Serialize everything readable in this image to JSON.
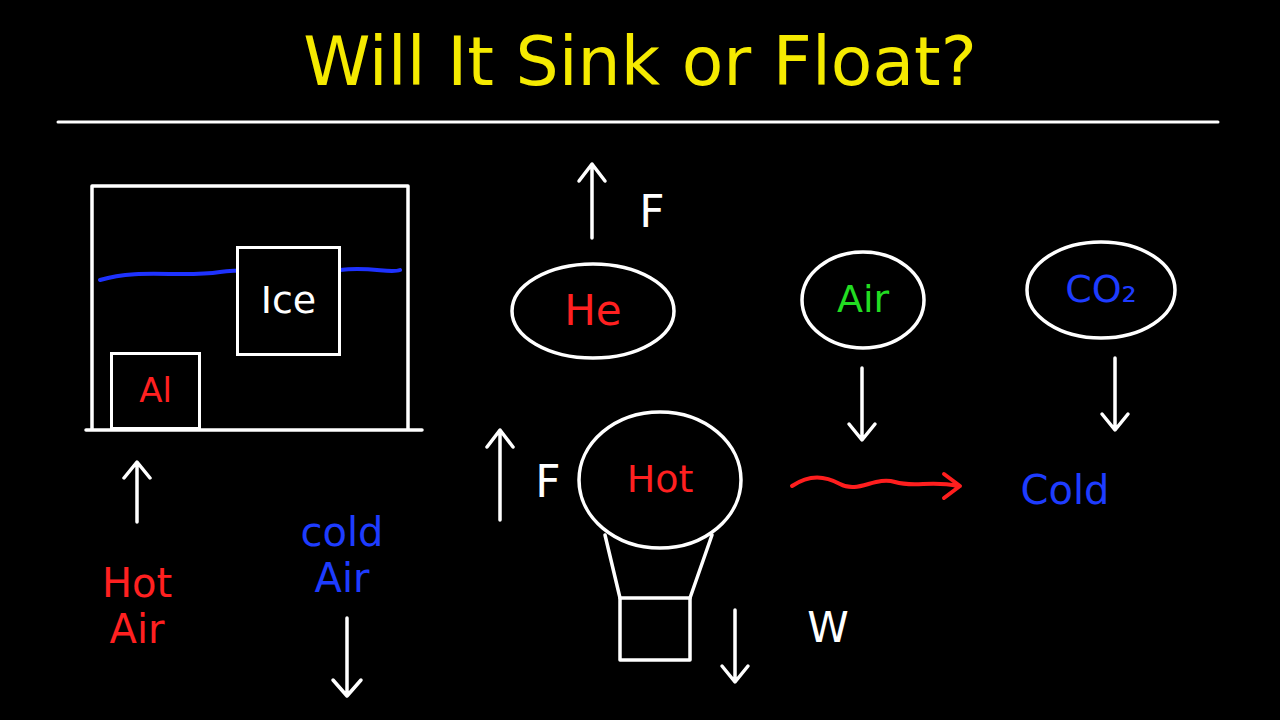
{
  "diagram": {
    "title": "Will It Sink or Float?",
    "nodes": [
      {
        "text": [
          "Ice"
        ]
      },
      {
        "text": [
          "Al"
        ]
      },
      {
        "text": [
          "He"
        ]
      },
      {
        "text": [
          "Air"
        ]
      },
      {
        "text": [
          "CO₂"
        ]
      },
      {
        "text": [
          "Hot"
        ]
      }
    ],
    "labels": [
      "F",
      "F",
      "W",
      "Hot Air",
      "cold Air",
      "Cold"
    ]
  }
}
